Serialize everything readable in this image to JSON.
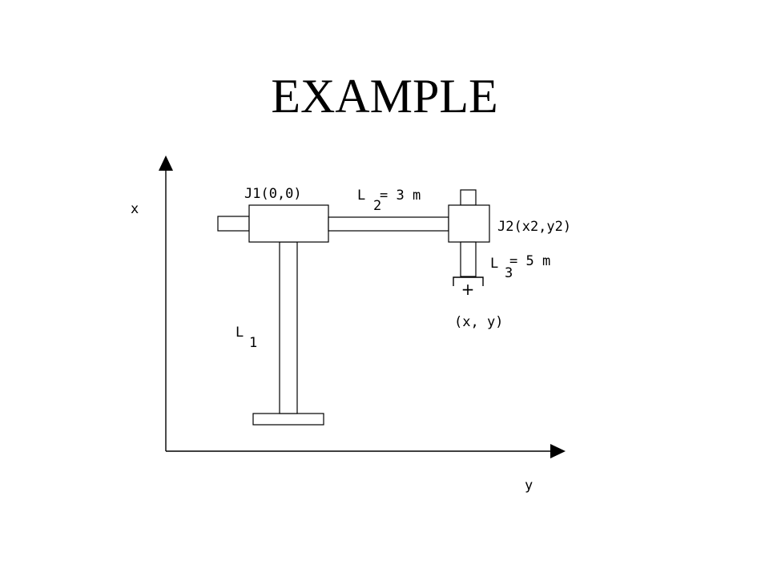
{
  "slide": {
    "title": "EXAMPLE"
  },
  "diagram": {
    "axis_x_label": "x",
    "axis_y_label": "y",
    "joint1_label": "J1(0,0)",
    "joint2_label": "J2(x2,y2)",
    "link1_letter": "L",
    "link1_subscript": "1",
    "link2_letter": "L",
    "link2_subscript": "2",
    "link2_length": "= 3 m",
    "link3_letter": "L",
    "link3_subscript": "3",
    "link3_length": "= 5 m",
    "end_effector_symbol": "+",
    "end_effector_label": "(x, y)"
  }
}
